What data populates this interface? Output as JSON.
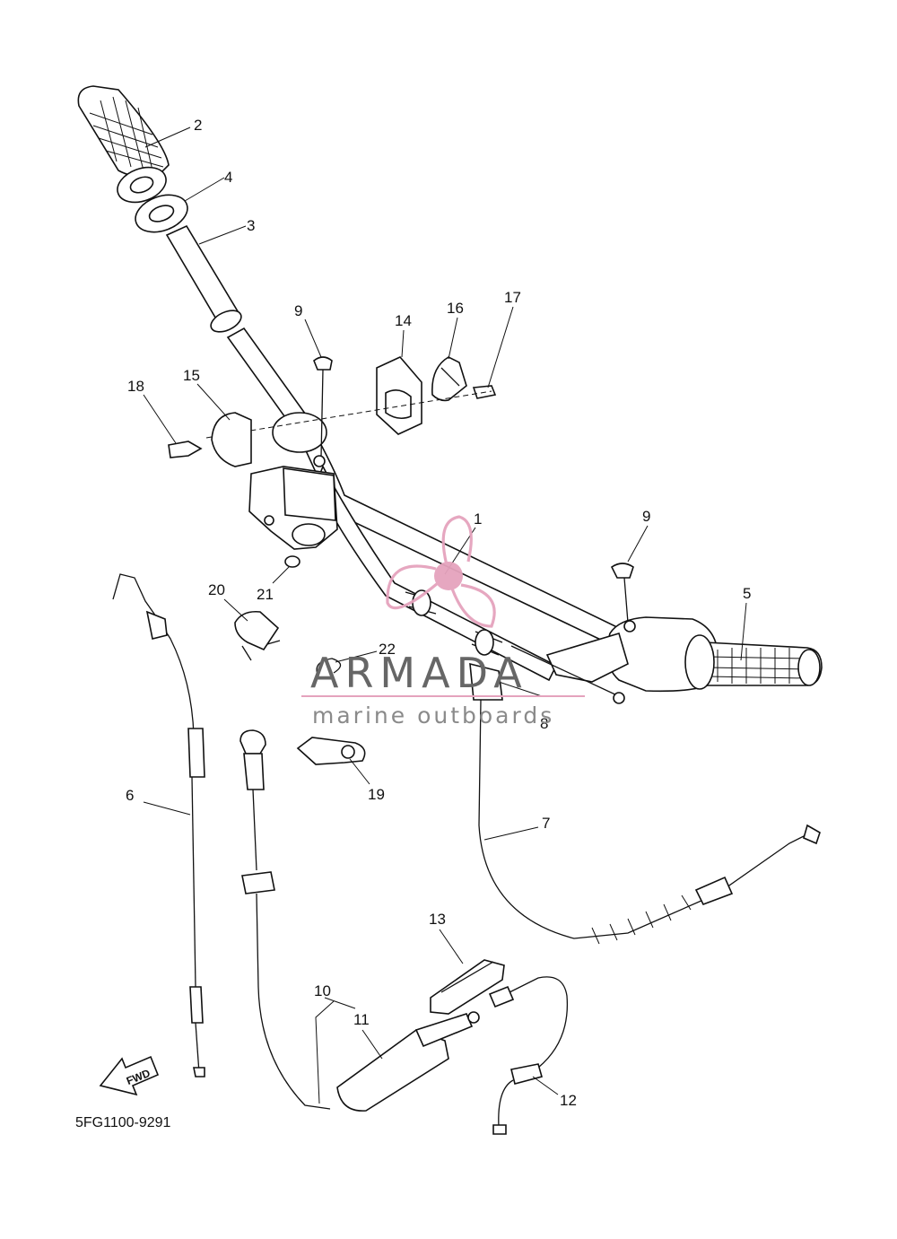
{
  "diagram": {
    "part_code": "5FG1100-9291",
    "direction_label": "FWD",
    "callouts": [
      "1",
      "2",
      "3",
      "4",
      "5",
      "6",
      "7",
      "8",
      "9",
      "9",
      "10",
      "11",
      "12",
      "13",
      "14",
      "15",
      "16",
      "17",
      "18",
      "19",
      "20",
      "21",
      "22"
    ]
  },
  "watermark": {
    "brand": "ARMADA",
    "tagline": "marine outboards",
    "logo_color": "#e5a3bd",
    "text_color": "#666666"
  }
}
